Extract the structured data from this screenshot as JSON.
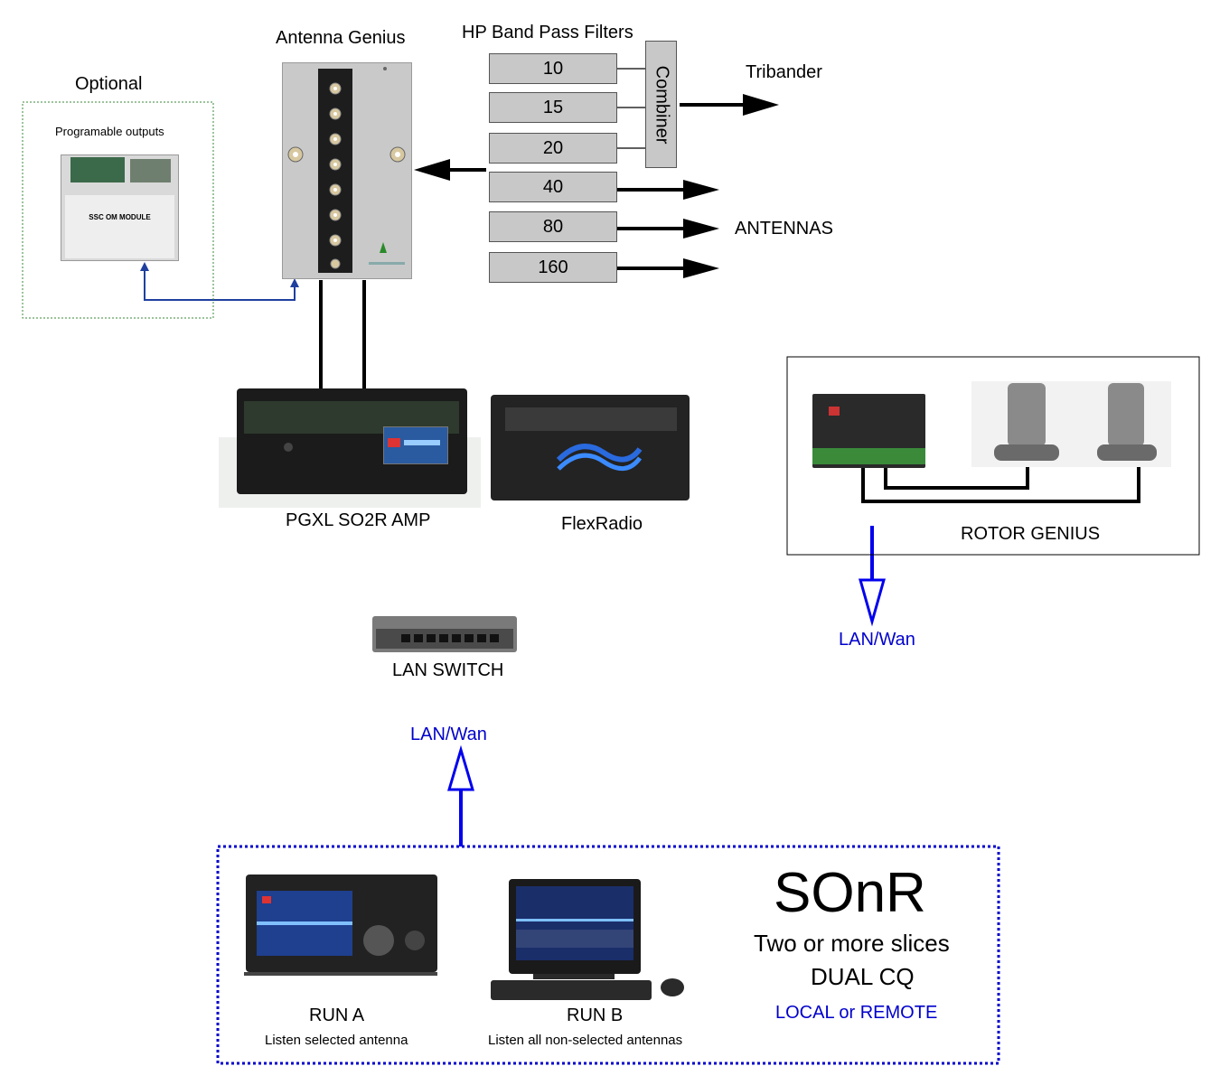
{
  "labels": {
    "antenna_genius": "Antenna Genius",
    "hp_filters": "HP Band Pass Filters",
    "optional": "Optional",
    "programmable_outputs": "Programable outputs",
    "ssc_module": "SSC OM MODULE",
    "combiner": "Combiner",
    "tribander": "Tribander",
    "antennas": "ANTENNAS",
    "pgxl": "PGXL SO2R AMP",
    "flexradio": "FlexRadio",
    "rotor_genius": "ROTOR GENIUS",
    "lan_wan_right": "LAN/Wan",
    "lan_switch": "LAN SWITCH",
    "lan_wan_center": "LAN/Wan",
    "sonr_title": "SOnR",
    "sonr_line1": "Two or more slices",
    "sonr_line2": "DUAL CQ",
    "sonr_line3": "LOCAL or REMOTE",
    "run_a": "RUN A",
    "run_a_sub": "Listen selected antenna",
    "run_b": "RUN B",
    "run_b_sub": "Listen all non-selected antennas"
  },
  "filters": [
    "10",
    "15",
    "20",
    "40",
    "80",
    "160"
  ],
  "colors": {
    "blue": "#0000cc",
    "dark_blue_link": "#1f3f9f",
    "green_border": "#3a8a3a",
    "filter_fill": "#c8c8c8",
    "panel_fill": "#c9c9c9"
  }
}
